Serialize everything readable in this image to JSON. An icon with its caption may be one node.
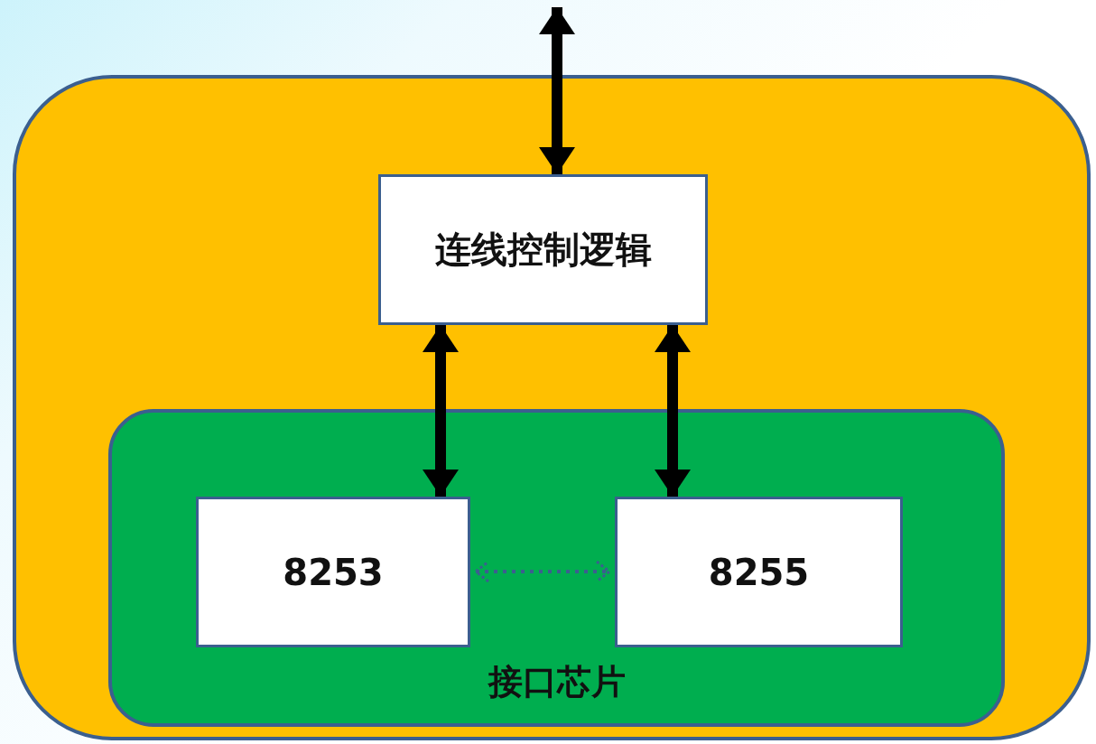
{
  "diagram": {
    "nodes": [
      {
        "text": [],
        "shape": "box"
      },
      {
        "text": [
          "连线控制逻辑"
        ],
        "in": 0
      },
      {
        "text": [
          "接口芯片"
        ],
        "in": 0
      },
      {
        "text": [
          "8253"
        ],
        "in": 2
      },
      {
        "text": [
          "8255"
        ],
        "in": 2
      }
    ],
    "edges": [
      {
        "from": null,
        "to": 1,
        "arrow": "both"
      },
      {
        "from": 1,
        "to": 3,
        "arrow": "both"
      },
      {
        "from": 1,
        "to": 4,
        "arrow": "both"
      },
      {
        "from": 3,
        "to": 4,
        "arrow": "both",
        "style": "dashed",
        "color": "#3b5f8f"
      }
    ]
  }
}
